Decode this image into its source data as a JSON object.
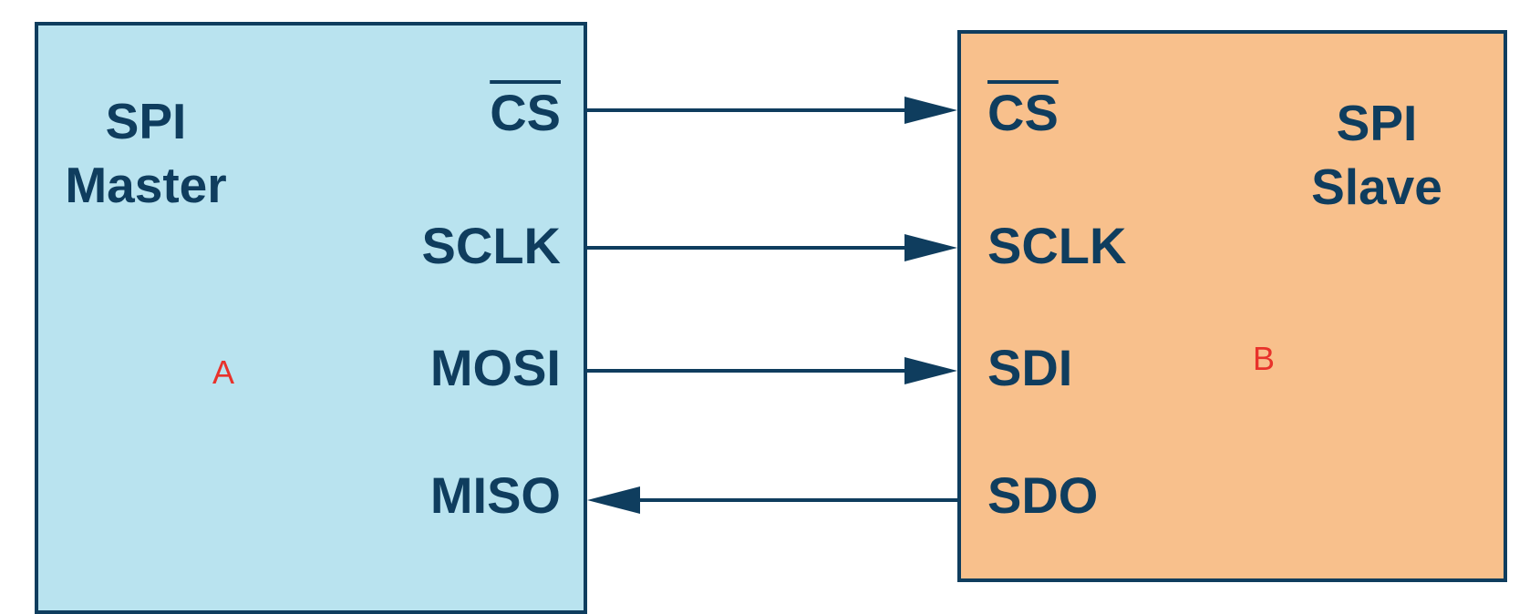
{
  "master": {
    "title_line1": "SPI",
    "title_line2": "Master",
    "pins": [
      "CS",
      "SCLK",
      "MOSI",
      "MISO"
    ],
    "marker": "A"
  },
  "slave": {
    "title_line1": "SPI",
    "title_line2": "Slave",
    "pins": [
      "CS",
      "SCLK",
      "SDI",
      "SDO"
    ],
    "marker": "B"
  },
  "colors": {
    "line": "#0f3d5e",
    "master_fill": "#b9e3ef",
    "slave_fill": "#f8c08c",
    "marker": "#e8322b"
  }
}
